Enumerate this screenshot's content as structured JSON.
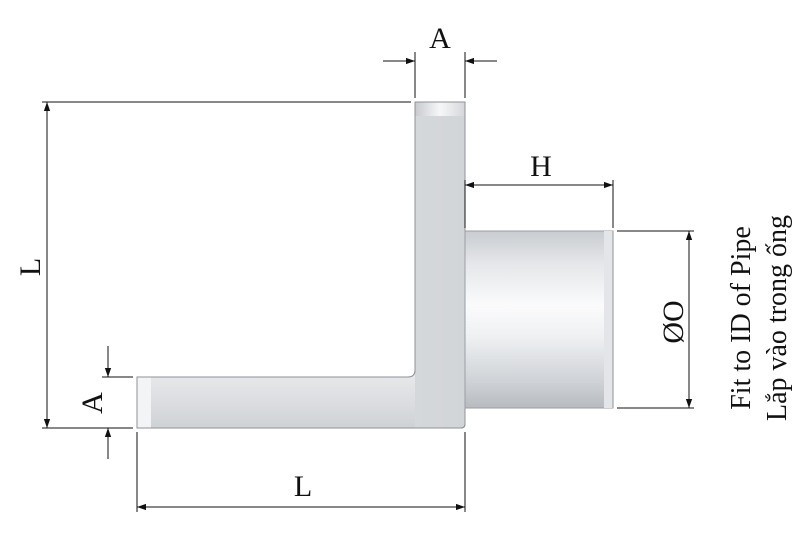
{
  "labels": {
    "top_a": "A",
    "left_l": "L",
    "h": "H",
    "diameter": "ØO",
    "left_a": "A",
    "bottom_l": "L",
    "note_en": "Fit to ID of Pipe",
    "note_vi": "Lắp vào trong ống"
  },
  "colors": {
    "line": "#111111",
    "steel_light": "#f4f5f7",
    "steel_mid": "#d9dbde",
    "steel_dark": "#b9bcc0"
  }
}
